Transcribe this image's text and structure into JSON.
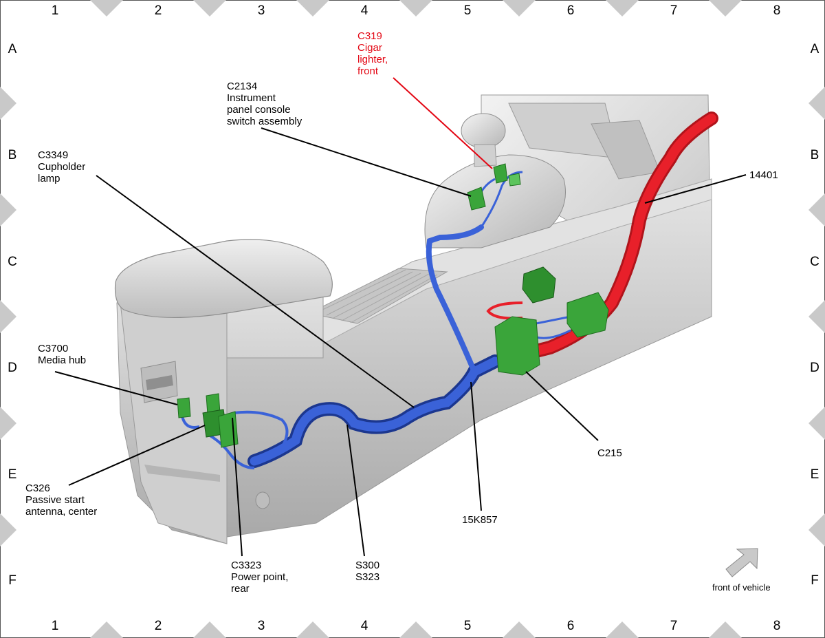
{
  "grid": {
    "columns": [
      "1",
      "2",
      "3",
      "4",
      "5",
      "6",
      "7",
      "8"
    ],
    "rows": [
      "A",
      "B",
      "C",
      "D",
      "E",
      "F"
    ]
  },
  "callouts": {
    "c319": {
      "lines": [
        "C319",
        "Cigar",
        "lighter,",
        "front"
      ],
      "color": "#e30613"
    },
    "c2134": {
      "lines": [
        "C2134",
        "Instrument",
        "panel console",
        "switch assembly"
      ]
    },
    "c3349": {
      "lines": [
        "C3349",
        "Cupholder",
        "lamp"
      ]
    },
    "h14401": {
      "lines": [
        "14401"
      ]
    },
    "c3700": {
      "lines": [
        "C3700",
        "Media hub"
      ]
    },
    "c326": {
      "lines": [
        "C326",
        "Passive start",
        "antenna, center"
      ]
    },
    "c3323": {
      "lines": [
        "C3323",
        "Power point,",
        "rear"
      ]
    },
    "s300": {
      "lines": [
        "S300",
        "S323"
      ]
    },
    "h15k857": {
      "lines": [
        "15K857"
      ]
    },
    "c215": {
      "lines": [
        "C215"
      ]
    }
  },
  "orientation": {
    "label": "front of vehicle"
  },
  "colors": {
    "harness_blue": "#2f55c8",
    "harness_red": "#e8202a",
    "connector_green": "#3aa53a",
    "console_gray": "#d8d8d8",
    "highlight_red": "#e30613"
  }
}
